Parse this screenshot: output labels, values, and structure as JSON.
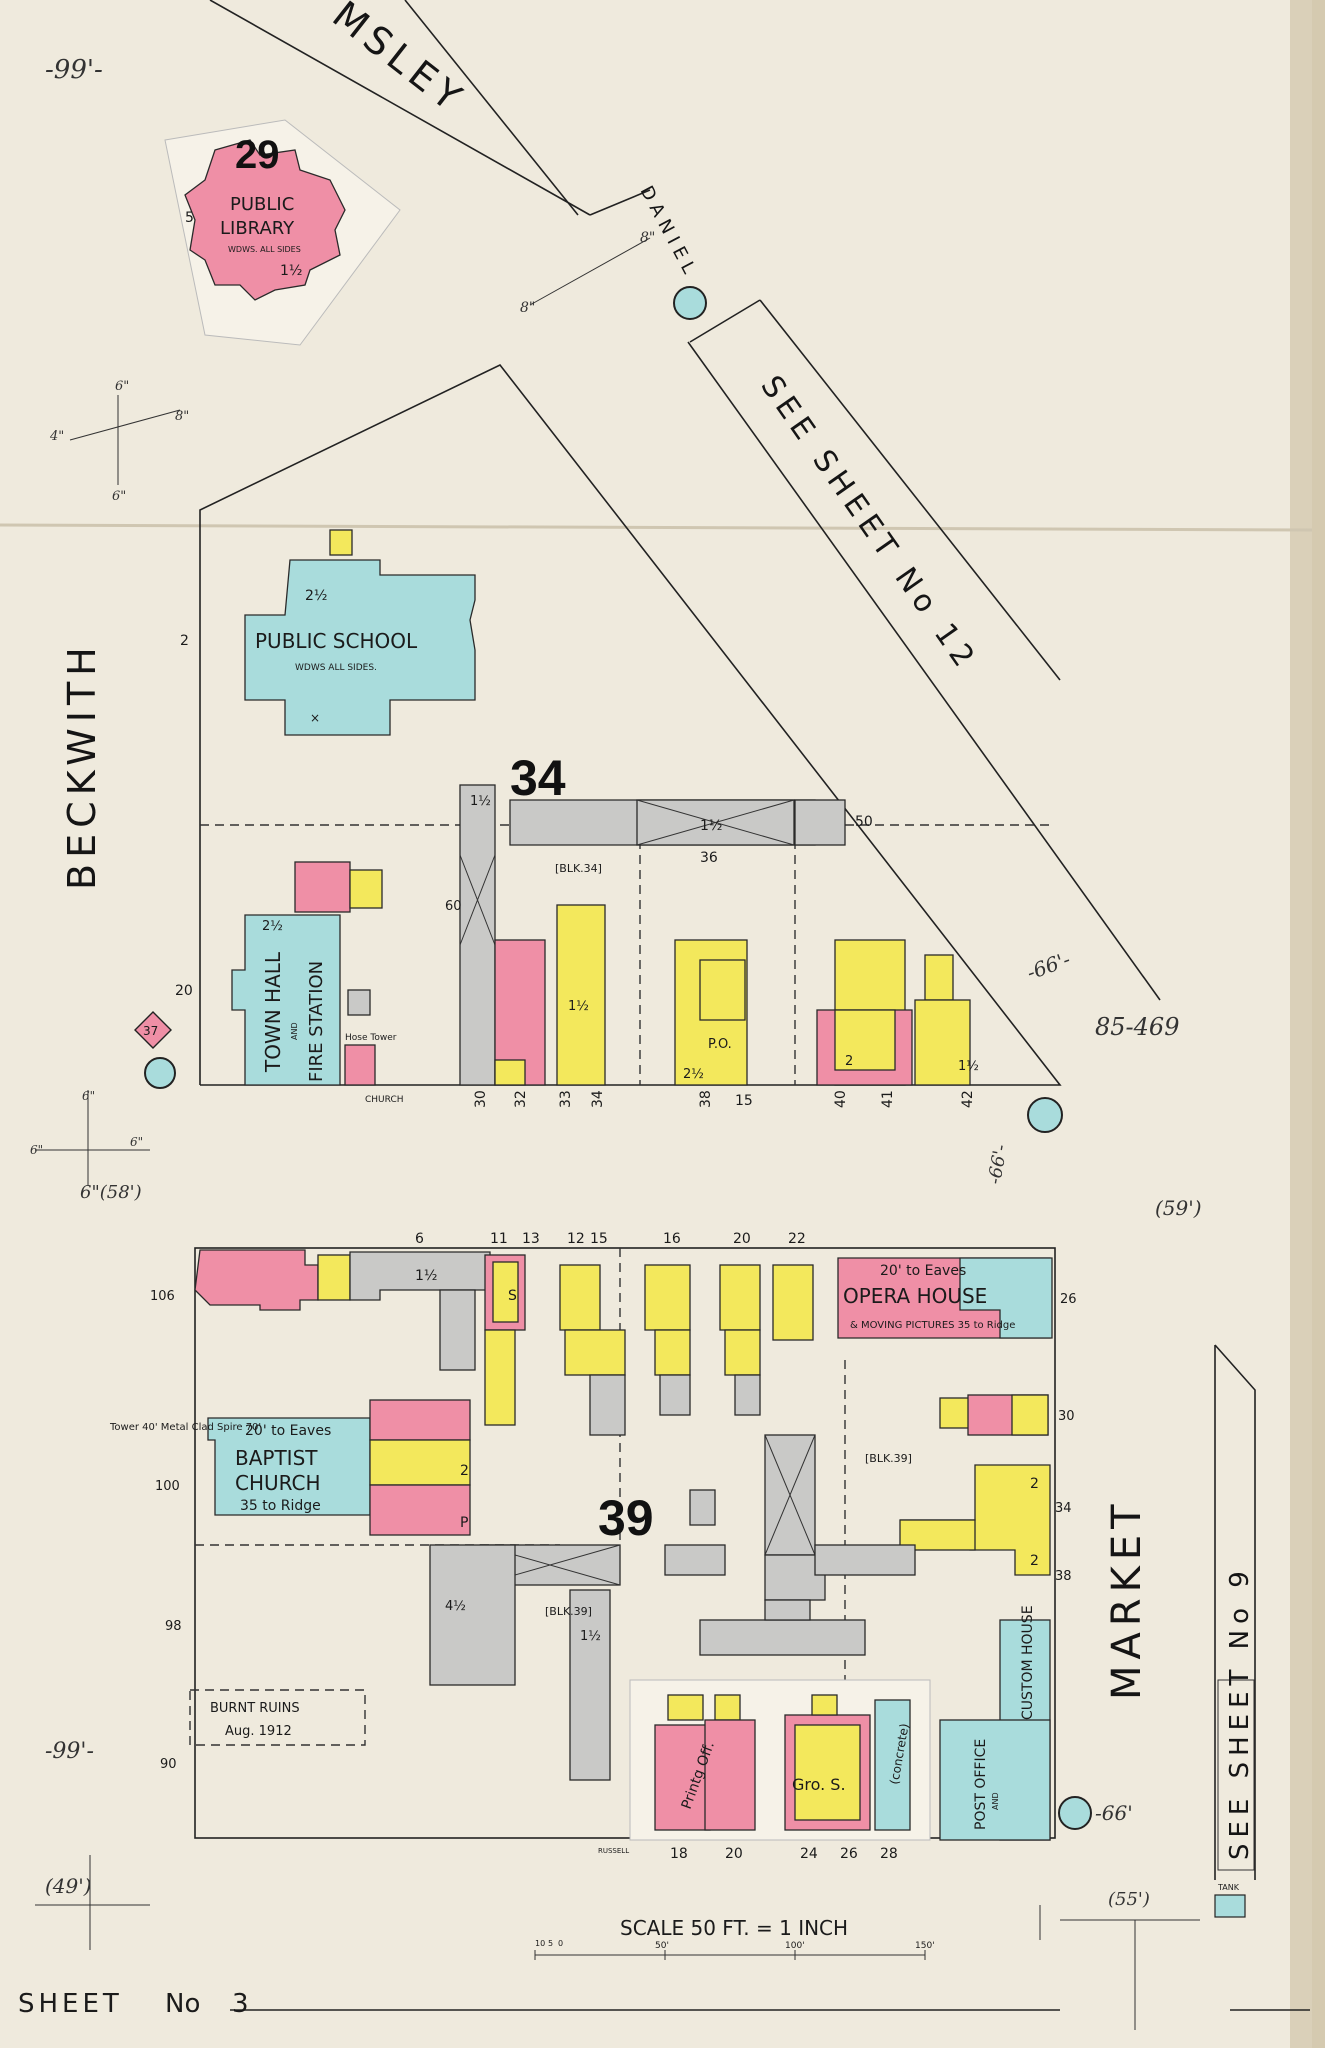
{
  "sheet": {
    "label": "SHEET",
    "number_prefix": "No",
    "number": "3"
  },
  "scale": {
    "label": "SCALE 50 FT. = 1 INCH",
    "ticks": [
      "10",
      "5",
      "0",
      "50'",
      "100'",
      "150'"
    ]
  },
  "streets": {
    "top": "MSLEY",
    "daniel": "DANIEL",
    "beckwith": "BECKWITH",
    "market": "MARKET",
    "russell": "RUSSELL",
    "church": "CHURCH"
  },
  "sheet_refs": {
    "upper_right": "SEE SHEET No 12",
    "lower_right": "SEE SHEET No 9"
  },
  "blocks": {
    "b29": "29",
    "b34": "34",
    "b39": "39",
    "b37": "37",
    "blk34": "[BLK.34]",
    "blk39a": "[BLK.39]",
    "blk39b": "[BLK.39]"
  },
  "buildings": {
    "library_1": "PUBLIC",
    "library_2": "LIBRARY",
    "library_note": "WDWS. ALL SIDES",
    "library_story": "1½",
    "school": "PUBLIC SCHOOL",
    "school_note": "WDWS ALL SIDES.",
    "school_story": "2½",
    "town_hall": "TOWN HALL",
    "town_and": "AND",
    "fire_station": "FIRE STATION",
    "hose_tower": "Hose Tower",
    "po_upper": "P.O.",
    "opera": "OPERA HOUSE",
    "opera_eaves": "20' to Eaves",
    "opera_ridge": "& MOVING PICTURES 35 to Ridge",
    "baptist_1": "BAPTIST",
    "baptist_2": "CHURCH",
    "baptist_eaves": "20' to Eaves",
    "baptist_ridge": "35 to Ridge",
    "baptist_tower": "Tower 40' Metal Clad Spire 70'",
    "burnt_1": "BURNT RUINS",
    "burnt_2": "Aug. 1912",
    "printing": "Printg Off.",
    "grocery": "Gro. S.",
    "concrete": "(concrete)",
    "post_office": "POST OFFICE",
    "post_and": "AND",
    "custom_house": "CUSTOM HOUSE",
    "tank": "TANK",
    "store_s": "S"
  },
  "house_numbers_upper": [
    "30",
    "32",
    "33",
    "34",
    "38",
    "15",
    "40",
    "41",
    "42"
  ],
  "house_numbers_lower_top": [
    "6",
    "11",
    "13",
    "12",
    "15",
    "16",
    "20",
    "22"
  ],
  "house_numbers_lower_bottom": [
    "18",
    "20",
    "24",
    "26",
    "28"
  ],
  "margin_numbers": [
    "106",
    "100",
    "98",
    "90",
    "20",
    "2",
    "5"
  ],
  "dimension_notes": [
    "-99'-",
    "-66'-",
    "(59')",
    "6\"(58')",
    "(49')",
    "(55')",
    "-99'-",
    "-66'",
    "-66'-"
  ],
  "pencil_note": "85-469",
  "colors": {
    "pink": "#ef8fa6",
    "yellow": "#f3e85c",
    "blue": "#a9dcdc",
    "grey": "#c9c9c7",
    "paper": "#efeadd"
  }
}
